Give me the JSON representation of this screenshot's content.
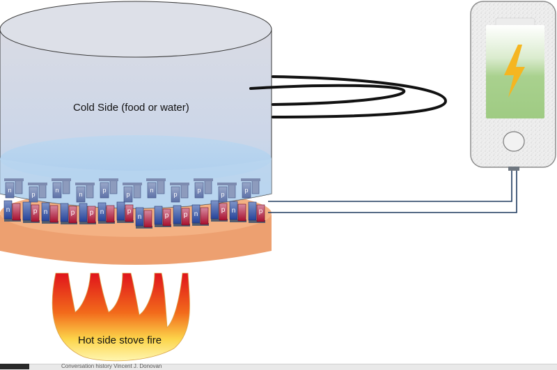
{
  "labels": {
    "cold_side": "Cold Side (food or water)",
    "hot_side": "Hot side stove fire"
  },
  "modules": {
    "front": [
      "n",
      "p",
      "n",
      "p",
      "p",
      "n",
      "p",
      "n",
      "p",
      "p",
      "n",
      "p",
      "n",
      "p"
    ],
    "back": [
      "n",
      "p",
      "n",
      "n",
      "p",
      "p",
      "n",
      "p",
      "p",
      "p",
      "p"
    ]
  },
  "colors": {
    "pot_top": "#dde1ea",
    "pot_body_top": "#d6d9e4",
    "pot_body_bottom": "#b8d3ec",
    "hot_plate": "#f4b183",
    "hot_plate_edge": "#e8a06d",
    "module_blue": "#2e4fa3",
    "module_red": "#b8143a",
    "flame_red": "#e31b1b",
    "flame_yellow": "#fff4a0",
    "battery_green": "#a9d18e",
    "bolt": "#f5b621"
  },
  "icons": {
    "phone": "smartphone-icon",
    "battery": "battery-charging-icon",
    "bolt": "lightning-bolt-icon"
  },
  "footer": {
    "text": "Conversation history        Vincent J. Donovan"
  }
}
